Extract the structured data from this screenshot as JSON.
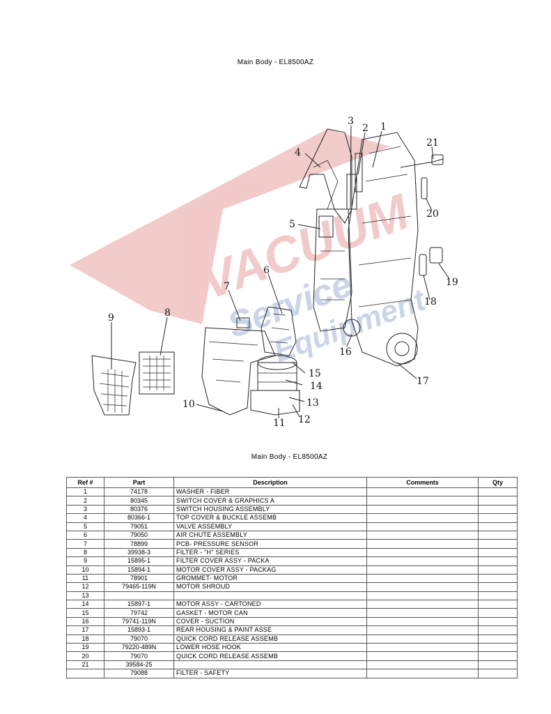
{
  "title_top": "Main  Body - EL8500AZ",
  "title_mid": "Main  Body - EL8500AZ",
  "watermark": {
    "line1": "VACUUM",
    "line2": "Service",
    "line3": "Equipment",
    "color_red": "#e8a0a0",
    "color_blue": "#9fb4d6"
  },
  "diagram_labels": [
    "1",
    "2",
    "3",
    "4",
    "5",
    "6",
    "7",
    "8",
    "9",
    "10",
    "11",
    "12",
    "13",
    "14",
    "15",
    "16",
    "17",
    "18",
    "19",
    "20",
    "21"
  ],
  "table": {
    "headers": [
      "Ref #",
      "Part",
      "Description",
      "Comments",
      "Qty"
    ],
    "rows": [
      {
        "ref": "1",
        "part": "74178",
        "desc": "WASHER - FIBER",
        "comments": "",
        "qty": ""
      },
      {
        "ref": "2",
        "part": "80345",
        "desc": "SWITCH COVER & GRAPHICS A",
        "comments": "",
        "qty": ""
      },
      {
        "ref": "3",
        "part": "80376",
        "desc": "SWITCH HOUSING ASSEMBLY",
        "comments": "",
        "qty": ""
      },
      {
        "ref": "4",
        "part": "80366-1",
        "desc": "TOP COVER & BUCKLE ASSEMB",
        "comments": "",
        "qty": ""
      },
      {
        "ref": "5",
        "part": "79051",
        "desc": "VALVE ASSEMBLY",
        "comments": "",
        "qty": ""
      },
      {
        "ref": "6",
        "part": "79050",
        "desc": "AIR CHUTE ASSEMBLY",
        "comments": "",
        "qty": ""
      },
      {
        "ref": "7",
        "part": "78899",
        "desc": "PCB- PRESSURE SENSOR",
        "comments": "",
        "qty": ""
      },
      {
        "ref": "8",
        "part": "39938-3",
        "desc": "FILTER - \"H\" SERIES",
        "comments": "",
        "qty": ""
      },
      {
        "ref": "9",
        "part": "15895-1",
        "desc": "FILTER COVER ASSY - PACKA",
        "comments": "",
        "qty": ""
      },
      {
        "ref": "10",
        "part": "15894-1",
        "desc": "MOTOR COVER ASSY - PACKAG",
        "comments": "",
        "qty": ""
      },
      {
        "ref": "11",
        "part": "78901",
        "desc": "GROMMET- MOTOR",
        "comments": "",
        "qty": ""
      },
      {
        "ref": "12",
        "part": "79465-119N",
        "desc": "MOTOR SHROUD",
        "comments": "",
        "qty": ""
      },
      {
        "ref": "13",
        "part": "",
        "desc": "",
        "comments": "",
        "qty": ""
      },
      {
        "ref": "14",
        "part": "15897-1",
        "desc": "MOTOR ASSY - CARTONED",
        "comments": "",
        "qty": ""
      },
      {
        "ref": "15",
        "part": "79742",
        "desc": "GASKET - MOTOR CAN",
        "comments": "",
        "qty": ""
      },
      {
        "ref": "16",
        "part": "79741-119N",
        "desc": "COVER - SUCTION",
        "comments": "",
        "qty": ""
      },
      {
        "ref": "17",
        "part": "15893-1",
        "desc": "REAR HOUSING & PAINT ASSE",
        "comments": "",
        "qty": ""
      },
      {
        "ref": "18",
        "part": "79070",
        "desc": "QUICK CORD RELEASE ASSEMB",
        "comments": "",
        "qty": ""
      },
      {
        "ref": "19",
        "part": "79220-489N",
        "desc": "LOWER HOSE HOOK",
        "comments": "",
        "qty": ""
      },
      {
        "ref": "20",
        "part": "79070",
        "desc": "QUICK CORD RELEASE ASSEMB",
        "comments": "",
        "qty": ""
      },
      {
        "ref": "21",
        "part": "39584-25",
        "desc": "",
        "comments": "",
        "qty": ""
      },
      {
        "ref": "",
        "part": "79088",
        "desc": "FILTER - SAFETY",
        "comments": "",
        "qty": ""
      }
    ]
  }
}
